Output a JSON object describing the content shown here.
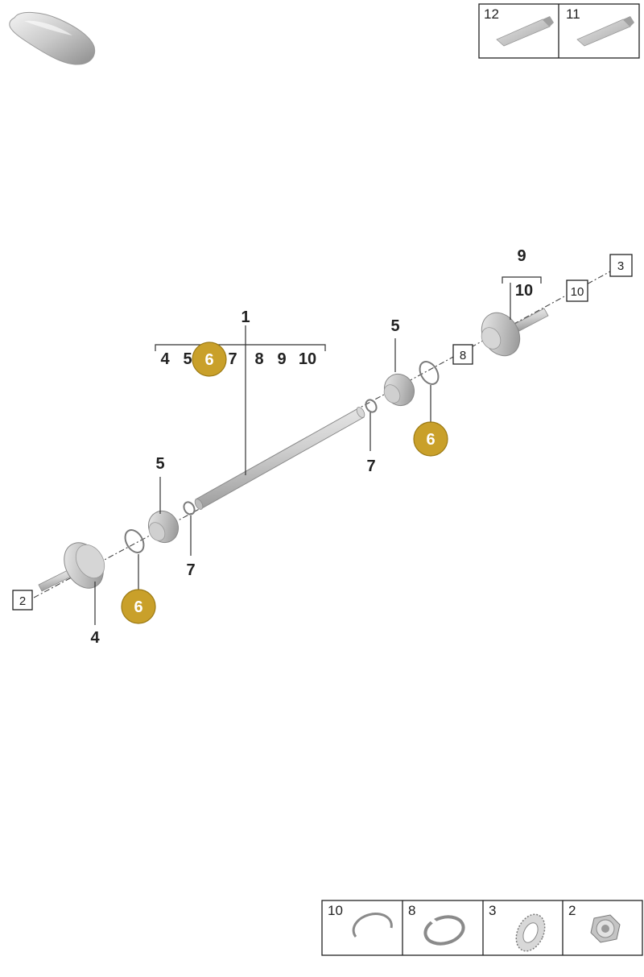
{
  "colors": {
    "highlight": "#c9a02a",
    "highlight_stroke": "#9c7a14",
    "part_light": "#e6e6e6",
    "part_mid": "#c4c4c4",
    "part_dark": "#8c8c8c"
  },
  "icons": {
    "vehicle": "car-silhouette-icon",
    "tube12": "grease-tube-icon",
    "tube11": "grease-tube-icon"
  },
  "top_legend": {
    "cells": [
      {
        "label": "12",
        "icon": "grease-tube-icon"
      },
      {
        "label": "11",
        "icon": "grease-tube-icon"
      }
    ]
  },
  "bottom_legend": {
    "cells": [
      {
        "label": "10",
        "icon": "snap-ring-icon"
      },
      {
        "label": "8",
        "icon": "circlip-icon"
      },
      {
        "label": "3",
        "icon": "lock-washer-icon"
      },
      {
        "label": "2",
        "icon": "collar-nut-icon"
      }
    ]
  },
  "callouts": {
    "part1": "1",
    "group1": [
      "4",
      "5",
      "6",
      "7",
      "8",
      "9",
      "10"
    ],
    "highlighted_in_group": "6",
    "part5_left": "5",
    "part5_right": "5",
    "part7_left": "7",
    "part7_right": "7",
    "part6_left": "6",
    "part6_right": "6",
    "part4": "4",
    "part9": "9",
    "part9_sub": "10"
  },
  "boxed_refs": {
    "left_end": "2",
    "right_end": "3",
    "right_ring": "10",
    "right_clip": "8"
  }
}
